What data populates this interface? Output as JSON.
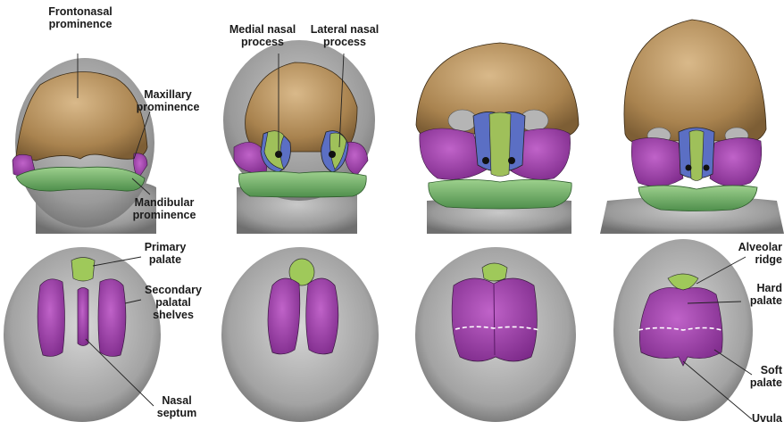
{
  "labels": {
    "frontonasal": [
      "Frontonasal",
      "prominence"
    ],
    "maxillary": [
      "Maxillary",
      "prominence"
    ],
    "mandibular": [
      "Mandibular",
      "prominence"
    ],
    "medial_nasal": [
      "Medial nasal",
      "process"
    ],
    "lateral_nasal": [
      "Lateral nasal",
      "process"
    ],
    "primary_palate": [
      "Primary",
      "palate"
    ],
    "secondary_palatal": [
      "Secondary",
      "palatal",
      "shelves"
    ],
    "nasal_septum": [
      "Nasal",
      "septum"
    ],
    "alveolar_ridge": [
      "Alveolar",
      "ridge"
    ],
    "hard_palate": [
      "Hard",
      "palate"
    ],
    "soft_palate": [
      "Soft",
      "palate"
    ],
    "uvula": [
      "Uvula"
    ]
  },
  "colors": {
    "frontonasal": "#b28d5e",
    "maxillary": "#9b3aa6",
    "mandibular": "#6fb06c",
    "medial_nasal": "#5b6fc4",
    "lateral_nasal": "#9fc05a",
    "tissue": "#8e8e8e",
    "palate": "#9b3aa6",
    "primary_palate": "#9fc95a"
  }
}
